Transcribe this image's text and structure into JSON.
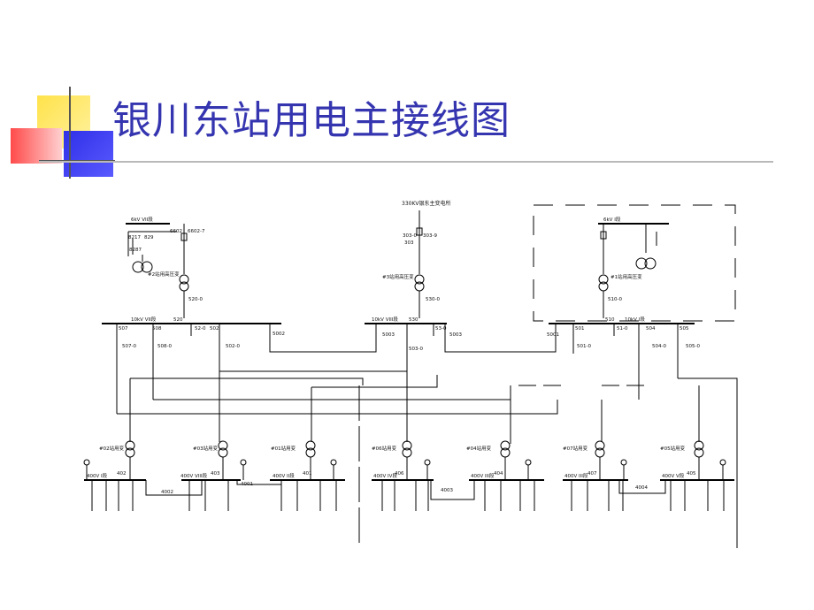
{
  "title": "银川东站用电主接线图",
  "diagram": {
    "top_label": "330KV银东主变电所",
    "buses_10kv": [
      "10kV VII段",
      "10kV VIII段",
      "10kV I段"
    ],
    "buses_6kv": [
      "6kV VII段",
      "6kV I段"
    ],
    "bus_400v": [
      "400V I段",
      "400V VIII段",
      "400V II段",
      "400V IV段",
      "400V III段",
      "400V V段"
    ],
    "station_hv": [
      "#2站用高压变",
      "#3站用高压变",
      "#1站用高压变"
    ],
    "station_lv": [
      "#02站用变",
      "#03站用变",
      "#01站用变",
      "#06站用变",
      "#04站用变",
      "#07站用变",
      "#05站用变"
    ],
    "breakers": {
      "b520": "520",
      "b530": "530",
      "b510": "510",
      "b507": "507",
      "b508": "508",
      "b502": "502",
      "b5002": "5002",
      "b5003": "5003",
      "b5001": "5001",
      "b501": "501",
      "b504": "504",
      "b505": "505",
      "b4002": "4002",
      "b4001": "4001",
      "b4003": "4003",
      "b4004": "4004",
      "b402": "402",
      "b403": "403",
      "b401": "401",
      "b406": "406",
      "b404": "404",
      "b407": "407",
      "b405": "405",
      "b6602": "6602",
      "b829": "829",
      "b303": "303"
    },
    "disconnectors": {
      "d520": "520-0",
      "d530": "530-0",
      "d510": "510-0",
      "d507": "507-0",
      "d508": "508-0",
      "d52": "52-0",
      "d502": "502-0",
      "d5033": "503-0",
      "d53": "53-0",
      "d501": "501-0",
      "d51": "51-0",
      "d504": "504-0",
      "d505": "505-0",
      "d6602": "6602-7",
      "d8217": "8217",
      "d8287": "8287",
      "d3030": "303-0",
      "d3030b": "303-9"
    }
  }
}
